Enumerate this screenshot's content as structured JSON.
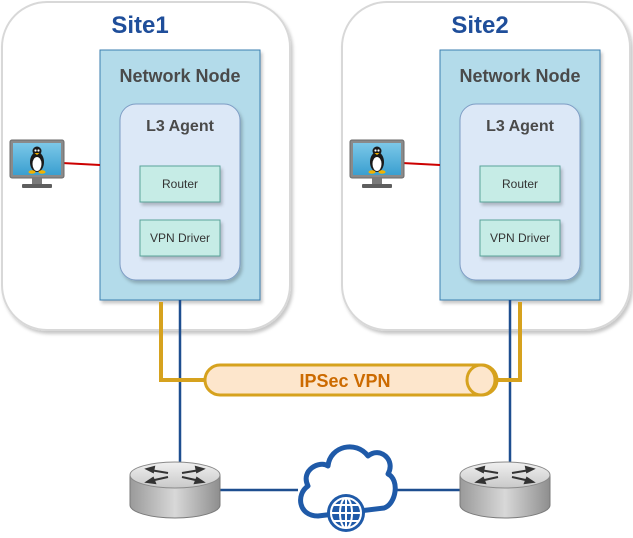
{
  "sites": [
    {
      "title": "Site1",
      "node": {
        "title": "Network Node",
        "agent": {
          "title": "L3 Agent",
          "components": [
            "Router",
            "VPN Driver"
          ]
        }
      }
    },
    {
      "title": "Site2",
      "node": {
        "title": "Network Node",
        "agent": {
          "title": "L3 Agent",
          "components": [
            "Router",
            "VPN Driver"
          ]
        }
      }
    }
  ],
  "tunnel": {
    "label": "IPSec VPN"
  },
  "icons": {
    "host": "linux-workstation-icon",
    "router": "router-icon",
    "internet": "internet-cloud-icon"
  },
  "colors": {
    "site_title": "#1f4e9a",
    "node_fill": "#b3dbea",
    "agent_fill": "#dce8f7",
    "component_fill": "#c6ece6",
    "tunnel_fill": "#fde6cc",
    "tunnel_stroke": "#d6a21e",
    "tunnel_text": "#cc6a00",
    "link_blue": "#1d4e8f",
    "link_red": "#cc0000",
    "cloud": "#1f5aa8"
  }
}
